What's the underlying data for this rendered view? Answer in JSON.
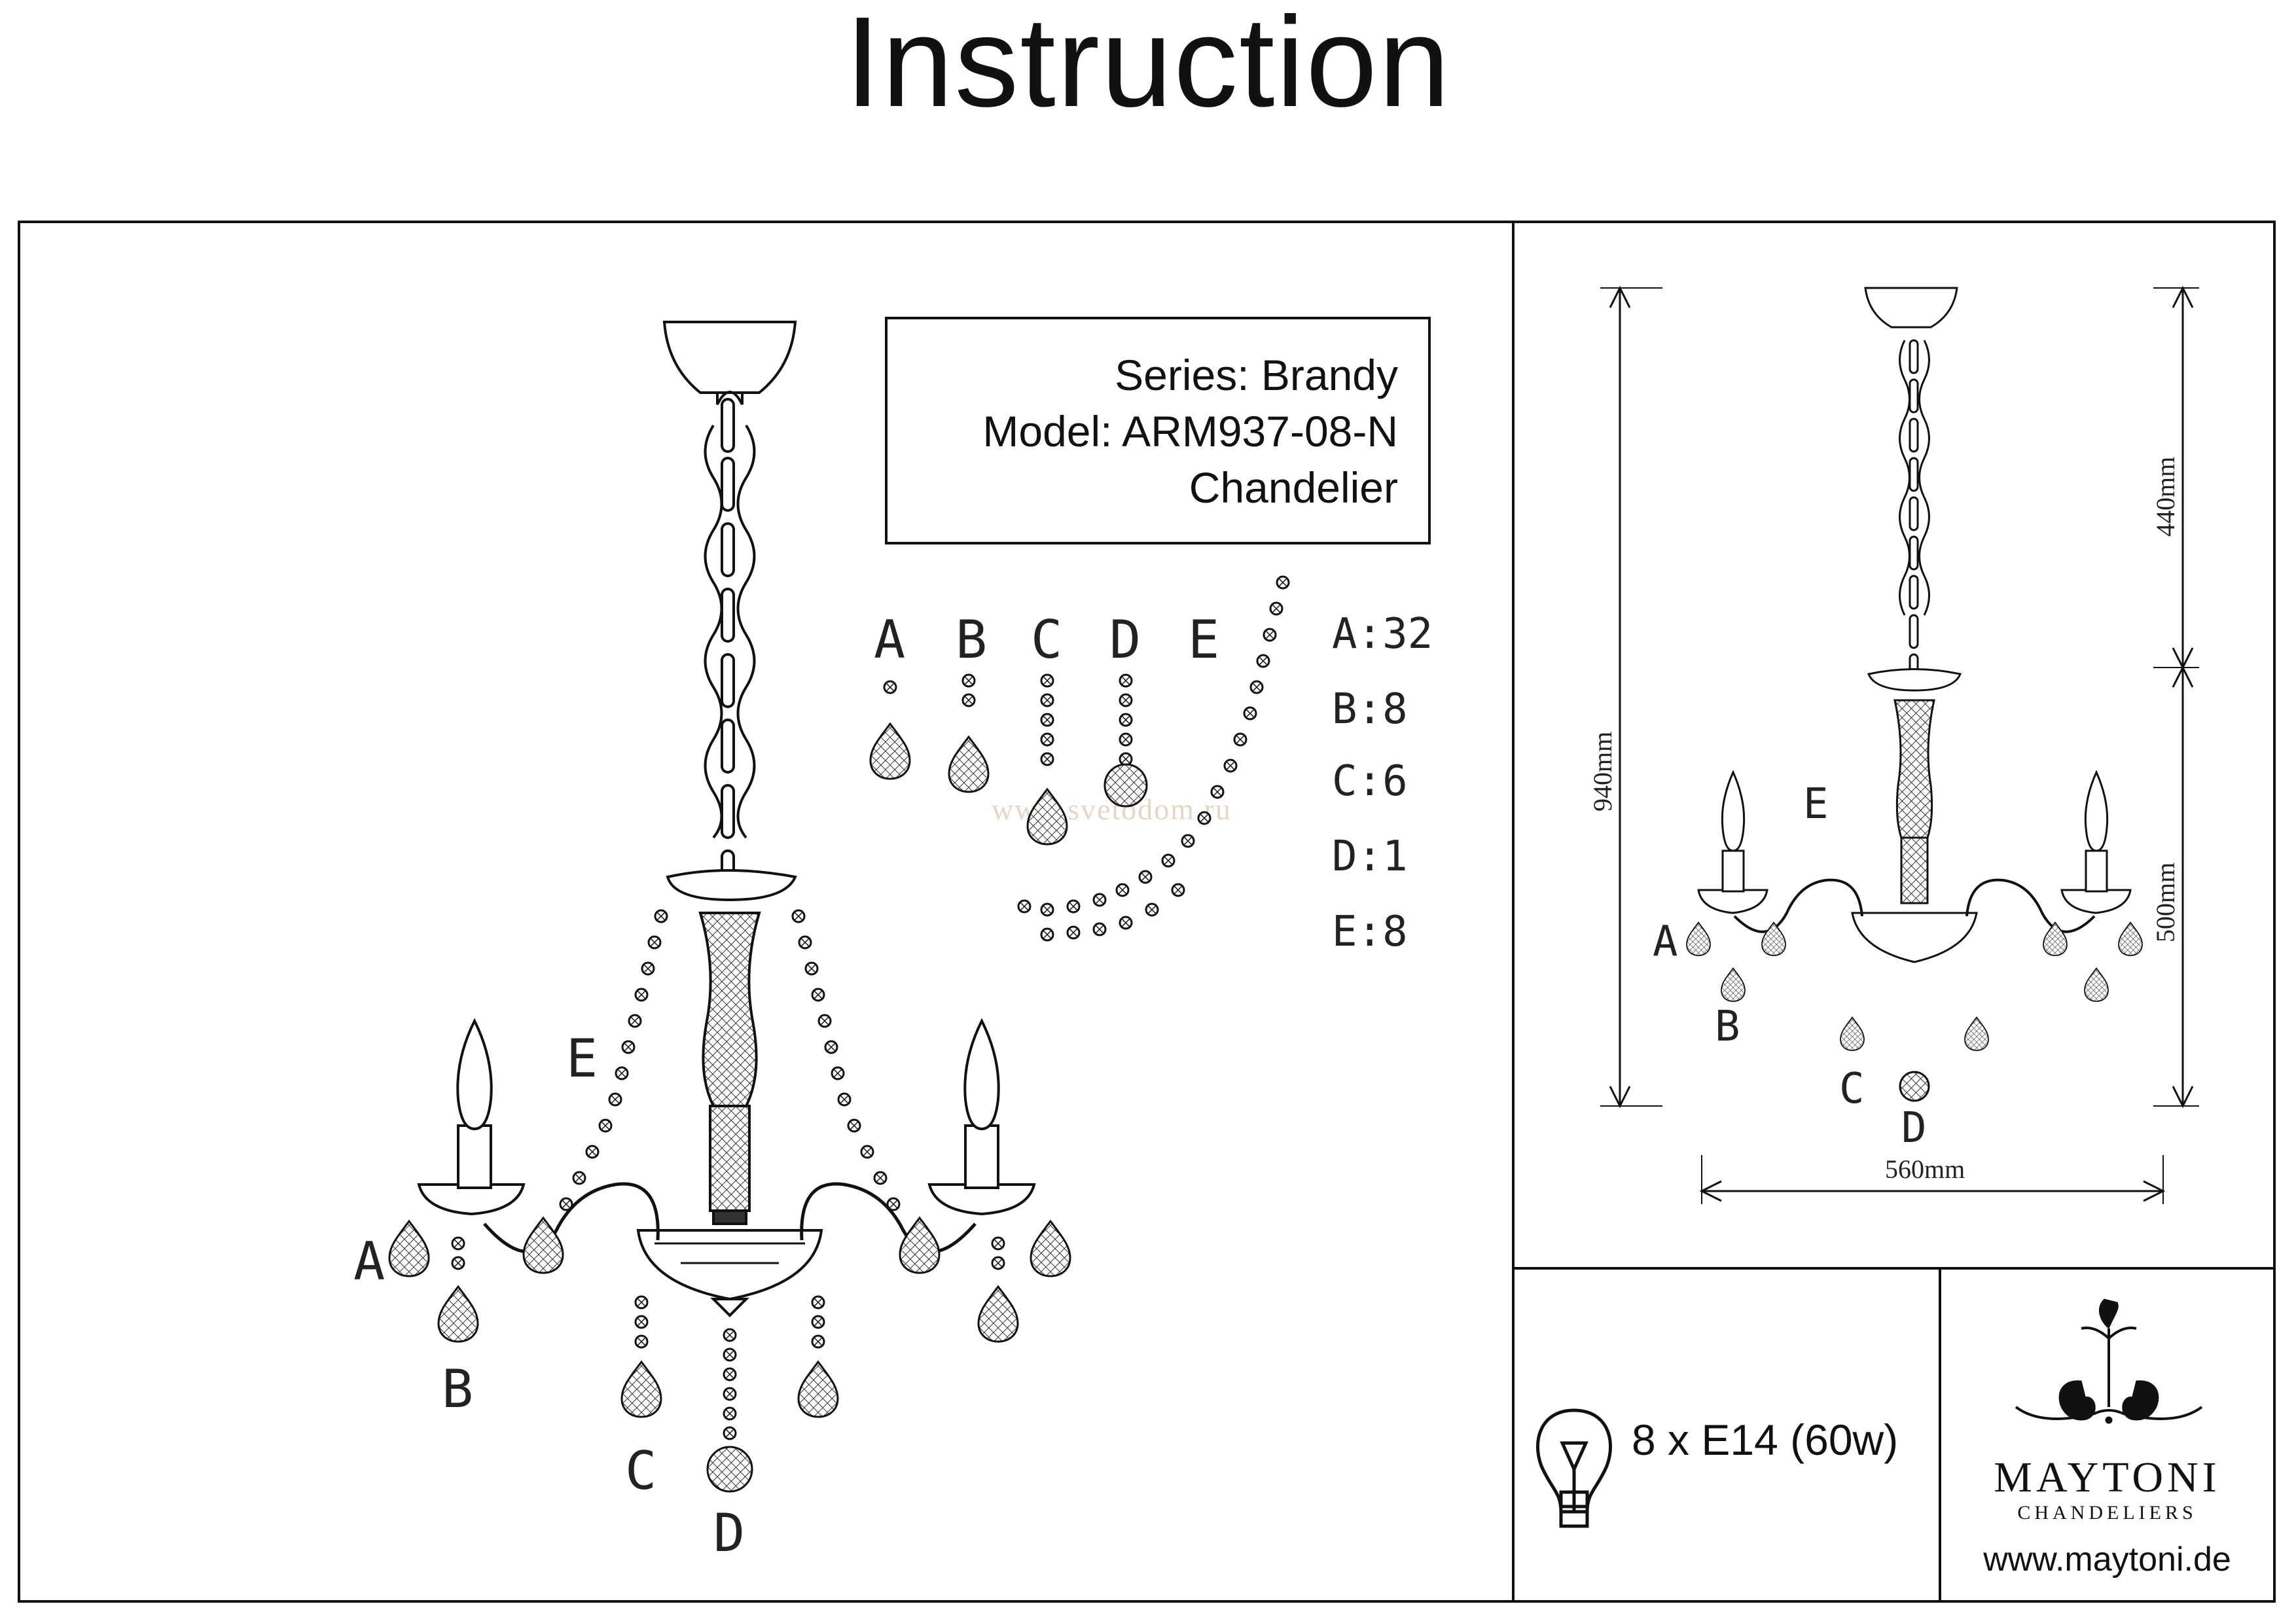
{
  "title": "Instruction",
  "info_box": {
    "series": "Series: Brandy",
    "model": "Model: ARM937-08-N",
    "type": "Chandelier"
  },
  "watermark": "www.svetodom.ru",
  "part_letters": [
    "A",
    "B",
    "C",
    "D",
    "E"
  ],
  "parts_quantities": [
    {
      "letter": "A",
      "qty": "32"
    },
    {
      "letter": "B",
      "qty": "8"
    },
    {
      "letter": "C",
      "qty": "6"
    },
    {
      "letter": "D",
      "qty": "1"
    },
    {
      "letter": "E",
      "qty": "8"
    }
  ],
  "main_labels": {
    "a": "A",
    "b": "B",
    "c": "C",
    "d": "D",
    "e": "E"
  },
  "dimensions": {
    "total_height": "940mm",
    "chain_height": "440mm",
    "body_height": "500mm",
    "width": "560mm"
  },
  "small_labels": {
    "a": "A",
    "b": "B",
    "c": "C",
    "d": "D",
    "e": "E"
  },
  "power": "8 x E14 (60w)",
  "brand": {
    "name": "MAYTONI",
    "subtitle": "CHANDELIERS",
    "website": "www.maytoni.de"
  },
  "icons": [
    "bulb-icon",
    "maytoni-ornament-icon"
  ]
}
